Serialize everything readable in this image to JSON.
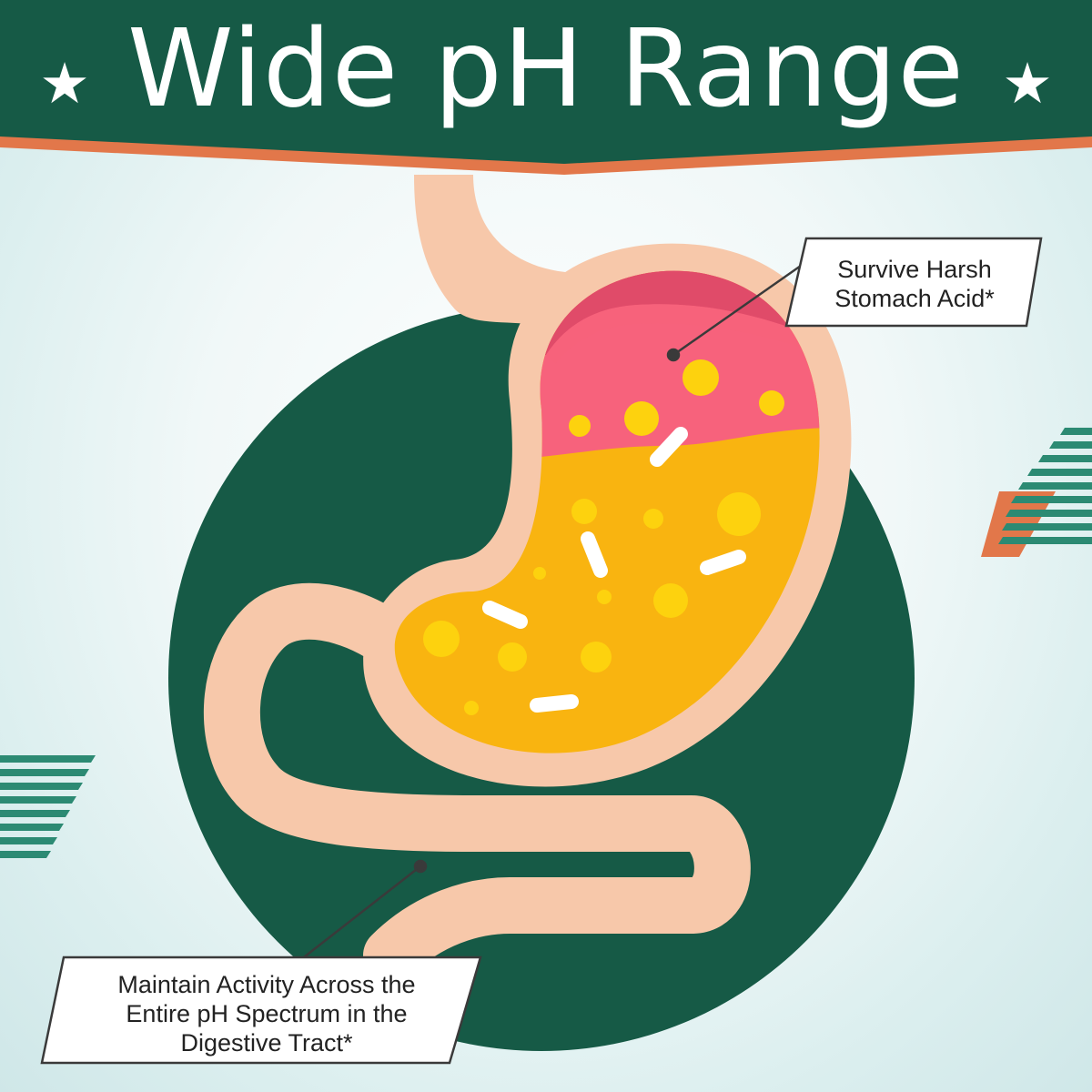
{
  "banner": {
    "title": "Wide pH Range",
    "star_glyph": "★",
    "background_color": "#165a46",
    "accent_color": "#e2774a"
  },
  "callouts": {
    "stomach": {
      "lines": [
        "Survive Harsh",
        "Stomach Acid*"
      ]
    },
    "intestine": {
      "lines": [
        "Maintain Activity Across the",
        "Entire pH Spectrum in the",
        "Digestive Tract*"
      ]
    }
  },
  "colors": {
    "circle": "#165a46",
    "tract": "#f7c8aa",
    "acid_light": "#f7627c",
    "acid_dark": "#e04b69",
    "digest": "#f9b410",
    "bubble": "#fdd20e",
    "capsule": "#ffffff",
    "stripes_green": "#2c8a73",
    "stripes_orange": "#e2774a"
  },
  "icons": [
    "star-icon",
    "stomach-illustration",
    "intestine-illustration",
    "capsule-icon"
  ]
}
